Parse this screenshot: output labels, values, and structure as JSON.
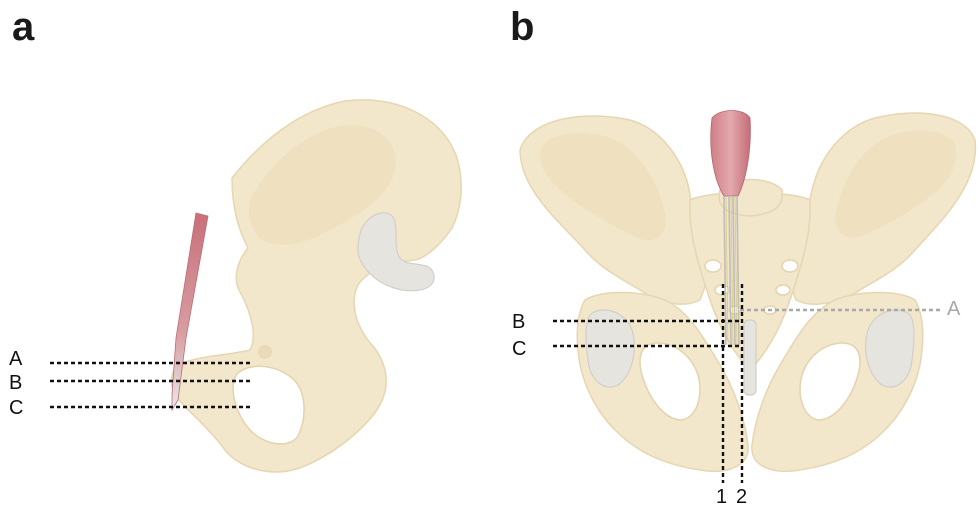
{
  "panels": [
    {
      "letter": "a",
      "view": "lateral-hip-bone",
      "levels": [
        "A",
        "B",
        "C"
      ]
    },
    {
      "letter": "b",
      "view": "anterior-pelvis",
      "levels_left": [
        "B",
        "C"
      ],
      "level_right": "A",
      "columns": [
        "1",
        "2"
      ]
    }
  ],
  "colors": {
    "bone": "#f2e6cb",
    "cartilage": "#e6e4df",
    "muscle": "#c97a80",
    "tendon": "#d9d9d9",
    "guide_lines": "#111111",
    "muted_label": "#a8a8a8"
  }
}
